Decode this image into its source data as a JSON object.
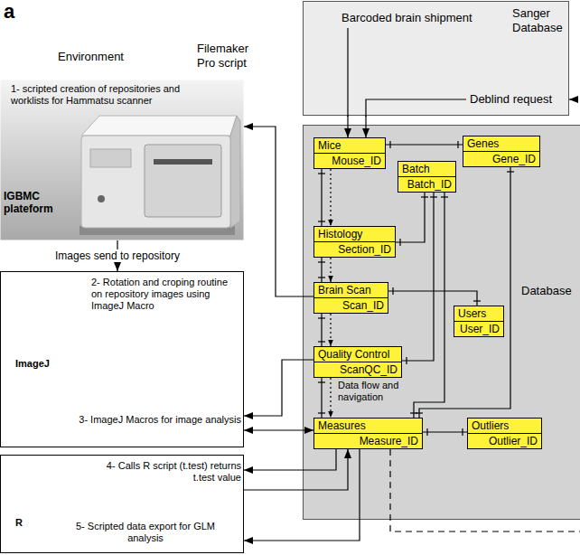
{
  "diagram": {
    "nodes": [
      {
        "text": [
          "Sanger Database"
        ]
      },
      {
        "text": [
          "1- scripted creation of repositories and worklists for Hammatsu scanner",
          "IGBMC plateform"
        ]
      },
      {
        "text": [
          "2- Rotation and croping routine on repository images using ImageJ Macro",
          "ImageJ",
          "3- ImageJ Macros for image analysis"
        ]
      },
      {
        "text": [
          "4- Calls R script (t.test) returns t.test value",
          "R",
          "5- Scripted data export for GLM analysis"
        ]
      },
      {
        "text": [
          "Database"
        ]
      },
      {
        "text": [
          "Mice",
          "Mouse_ID"
        ],
        "in": 4
      },
      {
        "text": [
          "Genes",
          "Gene_ID"
        ],
        "in": 4
      },
      {
        "text": [
          "Batch",
          "Batch_ID"
        ],
        "in": 4
      },
      {
        "text": [
          "Histology",
          "Section_ID"
        ],
        "in": 4
      },
      {
        "text": [
          "Brain Scan",
          "Scan_ID"
        ],
        "in": 4
      },
      {
        "text": [
          "Users",
          "User_ID"
        ],
        "in": 4
      },
      {
        "text": [
          "Quality Control",
          "ScanQC_ID"
        ],
        "in": 4
      },
      {
        "text": [
          "Measures",
          "Measure_ID"
        ],
        "in": 4
      },
      {
        "text": [
          "Outliers",
          "Outlier_ID"
        ],
        "in": 4
      }
    ],
    "edges": [
      {
        "from": 0,
        "to": 5,
        "arrow": "to"
      },
      {
        "from": 0,
        "to": 5,
        "arrow": "to"
      },
      {
        "from": 12,
        "to": 0,
        "arrow": "to"
      },
      {
        "from": 9,
        "to": 1,
        "arrow": "to"
      },
      {
        "from": 11,
        "to": 2,
        "arrow": "to"
      },
      {
        "from": 12,
        "to": 2,
        "arrow": "both"
      },
      {
        "from": 12,
        "to": 3,
        "arrow": "to"
      },
      {
        "from": 3,
        "to": 12,
        "arrow": "to"
      },
      {
        "from": 12,
        "to": 3,
        "arrow": "to"
      },
      {
        "from": 5,
        "to": 6,
        "arrow": "none"
      },
      {
        "from": 5,
        "to": 8,
        "arrow": "none"
      },
      {
        "from": 5,
        "to": 8,
        "arrow": "to"
      },
      {
        "from": 8,
        "to": 7,
        "arrow": "none"
      },
      {
        "from": 8,
        "to": 9,
        "arrow": "none"
      },
      {
        "from": 8,
        "to": 9,
        "arrow": "to"
      },
      {
        "from": 9,
        "to": 10,
        "arrow": "none"
      },
      {
        "from": 9,
        "to": 11,
        "arrow": "none"
      },
      {
        "from": 9,
        "to": 11,
        "arrow": "to"
      },
      {
        "from": 11,
        "to": 12,
        "arrow": "none"
      },
      {
        "from": 11,
        "to": 12,
        "arrow": "to"
      },
      {
        "from": 7,
        "to": 11,
        "arrow": "none"
      },
      {
        "from": 7,
        "to": 12,
        "arrow": "none"
      },
      {
        "from": 6,
        "to": 12,
        "arrow": "none"
      },
      {
        "from": 12,
        "to": 13,
        "arrow": "none"
      },
      {
        "from": 1,
        "to": 2,
        "arrow": "to",
        "label": "Images send to repository"
      }
    ],
    "labels": [
      "a",
      "Environment",
      "Filemaker Pro script",
      "Barcoded brain shipment",
      "Deblind request",
      "Data flow and navigation"
    ]
  }
}
